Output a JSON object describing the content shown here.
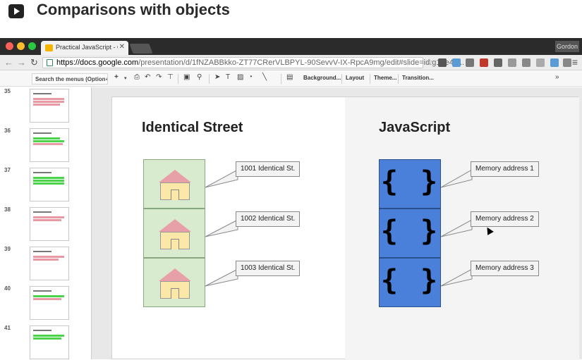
{
  "lesson": {
    "title": "Comparisons with objects"
  },
  "browser": {
    "tab_title": "Practical JavaScript - Goo",
    "profile_name": "Gordon",
    "url_host": "https://docs.google.com",
    "url_path": "/presentation/d/1fNZABBkko-ZT77CRerVLBPYL-90SevvV-IX-RpcA9mg/edit#slide=id.g12e45..."
  },
  "toolbar": {
    "menu_search_placeholder": "Search the menus (Option+/)",
    "background_label": "Background...",
    "layout_label": "Layout",
    "theme_label": "Theme...",
    "transition_label": "Transition..."
  },
  "filmstrip": {
    "slides": [
      {
        "number": "35"
      },
      {
        "number": "36"
      },
      {
        "number": "37"
      },
      {
        "number": "38"
      },
      {
        "number": "39"
      },
      {
        "number": "40"
      },
      {
        "number": "41"
      }
    ]
  },
  "slide": {
    "left_heading": "Identical Street",
    "right_heading": "JavaScript",
    "street_addresses": [
      "1001 Identical St.",
      "1002 Identical St.",
      "1003 Identical St."
    ],
    "memory_addresses": [
      "Memory address 1",
      "Memory address 2",
      "Memory address 3"
    ],
    "brace_symbol": "{ }"
  },
  "colors": {
    "street_cell": "#d9ebcf",
    "memory_cell": "#4a80d9",
    "roof": "#e8a0a8",
    "house": "#fbe8a8"
  }
}
